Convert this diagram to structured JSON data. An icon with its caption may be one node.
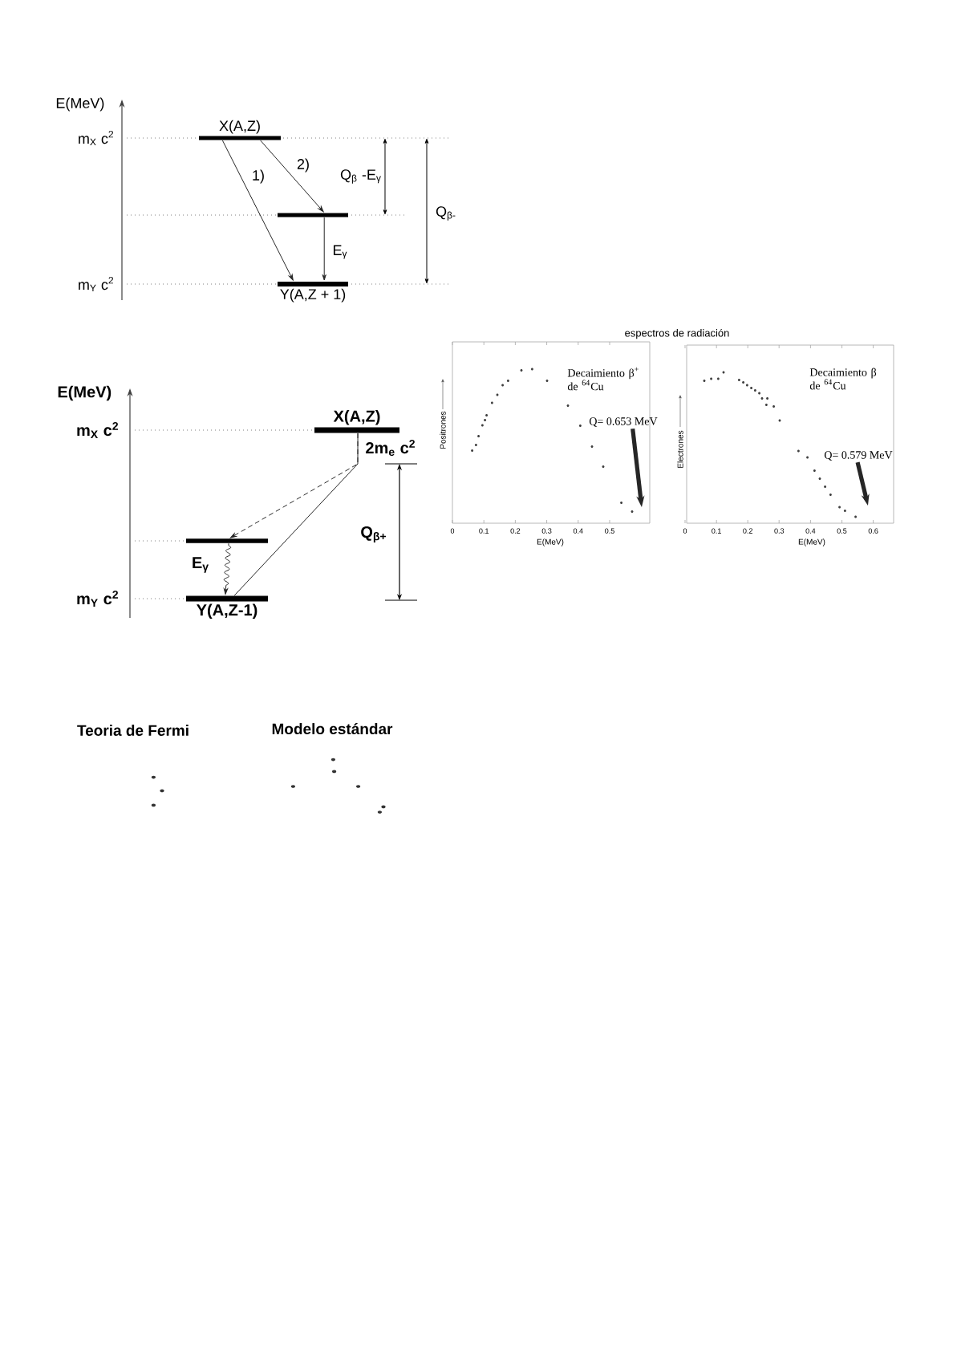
{
  "diagram": {
    "nodes": [
      {
        "text": [
          "X(A,Z)"
        ]
      },
      {
        "text": [],
        "shape": "bar"
      },
      {
        "text": [
          "Y(A,Z + 1)"
        ]
      },
      {
        "text": [
          "X(A,Z)"
        ]
      },
      {
        "text": [],
        "shape": "bar"
      },
      {
        "text": [
          "Y(A,Z-1)"
        ]
      },
      {
        "text": [
          "Q= 0.653 MeV"
        ]
      },
      {
        "text": [
          "Q= 0.579 MeV"
        ]
      }
    ],
    "edges": [
      {
        "from": 0,
        "to": 2,
        "arrow": "to",
        "label": "1)"
      },
      {
        "from": 0,
        "to": 1,
        "arrow": "to",
        "label": "2)"
      },
      {
        "from": 1,
        "to": 2,
        "arrow": "to",
        "label": "E$_{γ}$"
      },
      {
        "from": 3,
        "to": 4,
        "arrow": "to",
        "style": "dashed"
      },
      {
        "from": 3,
        "to": 5,
        "arrow": "none"
      },
      {
        "from": 4,
        "to": 5,
        "arrow": "to",
        "label": "E$_{γ}$"
      },
      {
        "from": 6,
        "to": null,
        "arrow": "to",
        "style": "thick"
      },
      {
        "from": 7,
        "to": null,
        "arrow": "to",
        "style": "thick"
      }
    ],
    "labels": [
      "E(MeV)",
      "m$_{X}$ c$^{2}$",
      "Q$_{β}$ -E$_{γ}$",
      "Q$_{β-}$",
      "m$_{Y}$ c$^{2}$",
      "E(MeV)",
      "m$_{X}$ c$^{2}$",
      "2m$_{e}$ c$^{2}$",
      "Q$_{β+}$",
      "m$_{Y}$ c$^{2}$",
      "espectros de radiación",
      "Positrones",
      "Decaimiento β$^{+}$ de $^{64}$Cu",
      "0",
      "0.1",
      "0.2",
      "0.3",
      "0.4",
      "0.5",
      "E(MeV)",
      "Electrones",
      "Decaimiento β de $^{64}$Cu",
      "0",
      "0.1",
      "0.2",
      "0.3",
      "0.4",
      "0.5",
      "0.6",
      "E(MeV)",
      "Teoria de Fermi",
      "Modelo estándar"
    ]
  }
}
